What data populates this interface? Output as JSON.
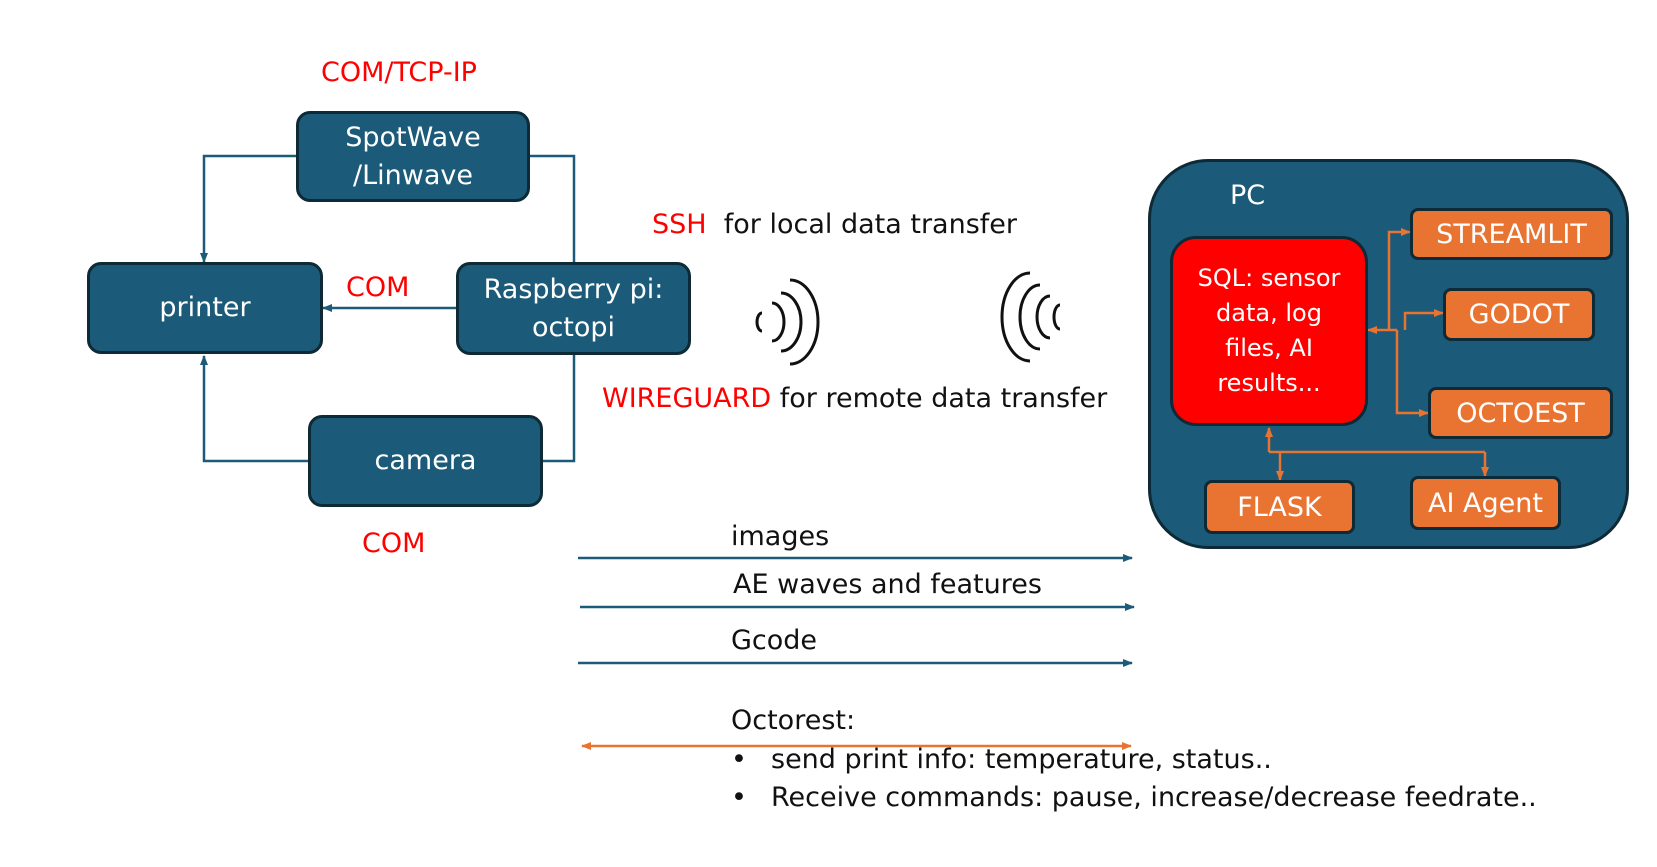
{
  "left_cluster": {
    "protocol_top": "COM/TCP-IP",
    "spotwave_line1": "SpotWave",
    "spotwave_line2": "/Linwave",
    "printer": "printer",
    "raspberry_line1": "Raspberry pi:",
    "raspberry_line2": "octopi",
    "camera": "camera",
    "com_middle": "COM",
    "com_bottom": "COM"
  },
  "transfer": {
    "ssh_key": "SSH",
    "ssh_text": "for local data transfer",
    "wireguard_key": "WIREGUARD",
    "wireguard_text": "for remote data transfer"
  },
  "pc": {
    "title": "PC",
    "sql_line1": "SQL: sensor",
    "sql_line2": "data, log",
    "sql_line3": "files, AI",
    "sql_line4": "results...",
    "streamlit": "STREAMLIT",
    "godot": "GODOT",
    "octoest": "OCTOEST",
    "flask": "FLASK",
    "ai_agent": "AI Agent"
  },
  "flows": {
    "images": "images",
    "ae": "AE waves and features",
    "gcode": "Gcode",
    "octorest": "Octorest:",
    "bullet1": "send print info: temperature, status..",
    "bullet2": "Receive commands: pause, increase/decrease feedrate.."
  },
  "colors": {
    "box_fill": "#1b5a78",
    "box_border": "#0d2a36",
    "accent_red": "#ff0000",
    "accent_orange": "#e97431"
  }
}
